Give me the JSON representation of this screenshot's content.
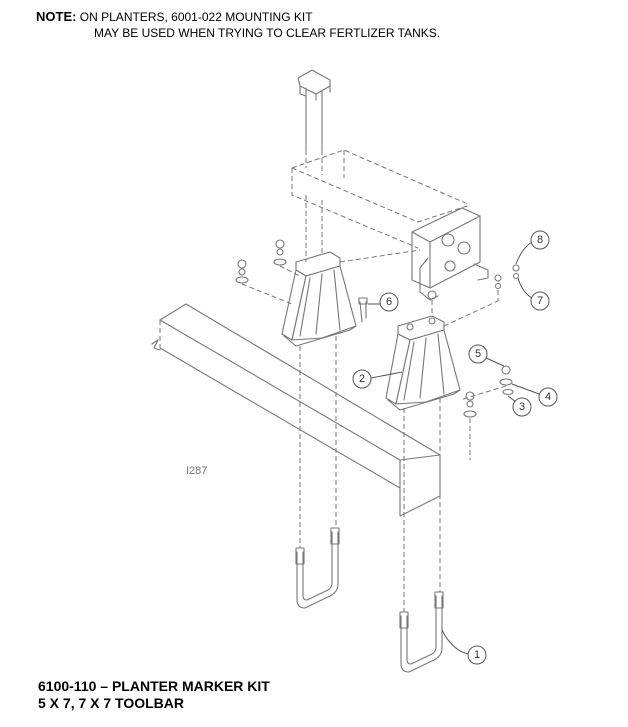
{
  "note": {
    "label": "NOTE:",
    "line1": "ON PLANTERS, 6001-022 MOUNTING KIT",
    "line2": "MAY BE USED WHEN TRYING TO CLEAR FERTLIZER TANKS."
  },
  "title": {
    "line1": "6100-110 – PLANTER MARKER KIT",
    "line2": "5 X 7, 7 X 7 TOOLBAR"
  },
  "diagram": {
    "ref_code": "I287",
    "callouts": [
      "1",
      "2",
      "3",
      "4",
      "5",
      "6",
      "7",
      "8"
    ]
  }
}
